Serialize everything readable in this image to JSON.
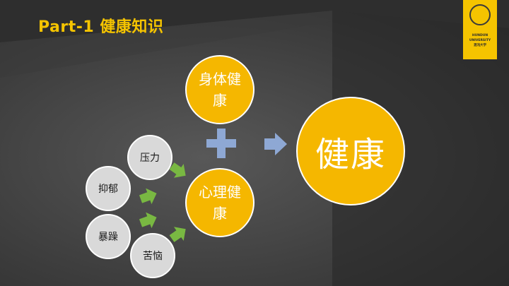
{
  "slide": {
    "title": "Part-1 健康知识",
    "logo": {
      "line1": "HUNDUN",
      "line2": "UNIVERSITY",
      "line3": "混沌大学"
    }
  },
  "diagram": {
    "physical": "身体健康",
    "mental": "心理健康",
    "result": "健康",
    "factors": [
      "压力",
      "抑郁",
      "暴躁",
      "苦恼"
    ]
  },
  "colors": {
    "accent": "#f5b700",
    "arrow_green": "#79b842",
    "plus_blue": "#8ea8d4"
  }
}
